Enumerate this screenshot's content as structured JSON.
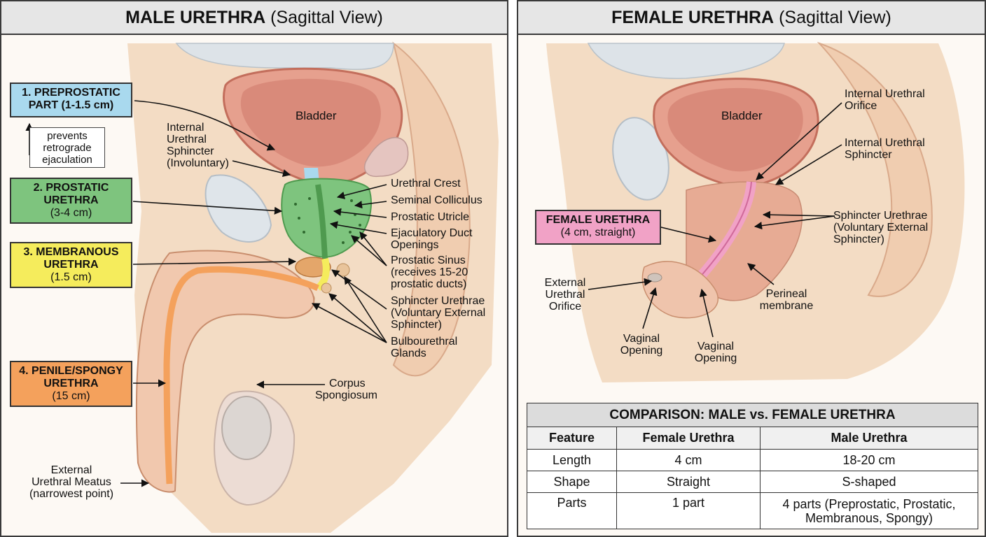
{
  "male": {
    "title_bold": "MALE URETHRA",
    "title_rest": "(Sagittal View)",
    "bladder": "Bladder",
    "boxes": {
      "preprostatic": {
        "line1": "1. PREPROSTATIC",
        "line2": "PART (1-1.5 cm)"
      },
      "prostatic": {
        "line1": "2. PROSTATIC",
        "line2": "URETHRA",
        "line3": "(3-4 cm)"
      },
      "membranous": {
        "line1": "3. MEMBRANOUS",
        "line2": "URETHRA",
        "line3": "(1.5 cm)"
      },
      "penile": {
        "line1": "4. PENILE/SPONGY",
        "line2": "URETHRA",
        "line3": "(15 cm)"
      }
    },
    "note": {
      "line1": "prevents",
      "line2": "retrograde",
      "line3": "ejaculation"
    },
    "labels": {
      "internal_sphincter": [
        "Internal",
        "Urethral",
        "Sphincter",
        "(Involuntary)"
      ],
      "urethral_crest": "Urethral Crest",
      "seminal_colliculus": "Seminal Colliculus",
      "prostatic_utricle": "Prostatic Utricle",
      "ejaculatory": [
        "Ejaculatory Duct",
        "Openings"
      ],
      "prostatic_sinus": [
        "Prostatic Sinus",
        "(receives 15-20",
        "prostatic ducts)"
      ],
      "sphincter_urethrae": [
        "Sphincter Urethrae",
        "(Voluntary External",
        "Sphincter)"
      ],
      "bulbourethral": [
        "Bulbourethral",
        "Glands"
      ],
      "corpus": [
        "Corpus",
        "Spongiosum"
      ],
      "meatus": [
        "External",
        "Urethral Meatus",
        "(narrowest point)"
      ]
    }
  },
  "female": {
    "title_bold": "FEMALE URETHRA",
    "title_rest": "(Sagittal View)",
    "bladder": "Bladder",
    "box": {
      "line1": "FEMALE URETHRA",
      "line2": "(4 cm, straight)"
    },
    "labels": {
      "internal_orifice": [
        "Internal Urethral",
        "Orifice"
      ],
      "internal_sphincter": [
        "Internal Urethral",
        "Sphincter"
      ],
      "sphincter_urethrae": [
        "Sphincter Urethrae",
        "(Voluntary External",
        "Sphincter)"
      ],
      "external_orifice": [
        "External",
        "Urethral",
        "Orifice"
      ],
      "perineal": [
        "Perineal",
        "membrane"
      ],
      "vaginal_1": [
        "Vaginal",
        "Opening"
      ],
      "vaginal_2": [
        "Vaginal",
        "Opening"
      ]
    }
  },
  "comparison": {
    "title": "COMPARISON: MALE vs. FEMALE URETHRA",
    "headers": [
      "Feature",
      "Female Urethra",
      "Male Urethra"
    ],
    "rows": [
      [
        "Length",
        "4 cm",
        "18-20 cm"
      ],
      [
        "Shape",
        "Straight",
        "S-shaped"
      ],
      [
        "Parts",
        "1 part",
        "4 parts (Preprostatic, Prostatic,",
        "Membranous, Spongy)"
      ]
    ]
  },
  "colors": {
    "preprostatic": "#a9d9ee",
    "prostatic": "#7ec47e",
    "membranous": "#f5ec5c",
    "penile": "#f4a15c",
    "female_urethra": "#f1a2c6",
    "tissue": "#f3dcc4",
    "bladder": "#d98a7a"
  }
}
